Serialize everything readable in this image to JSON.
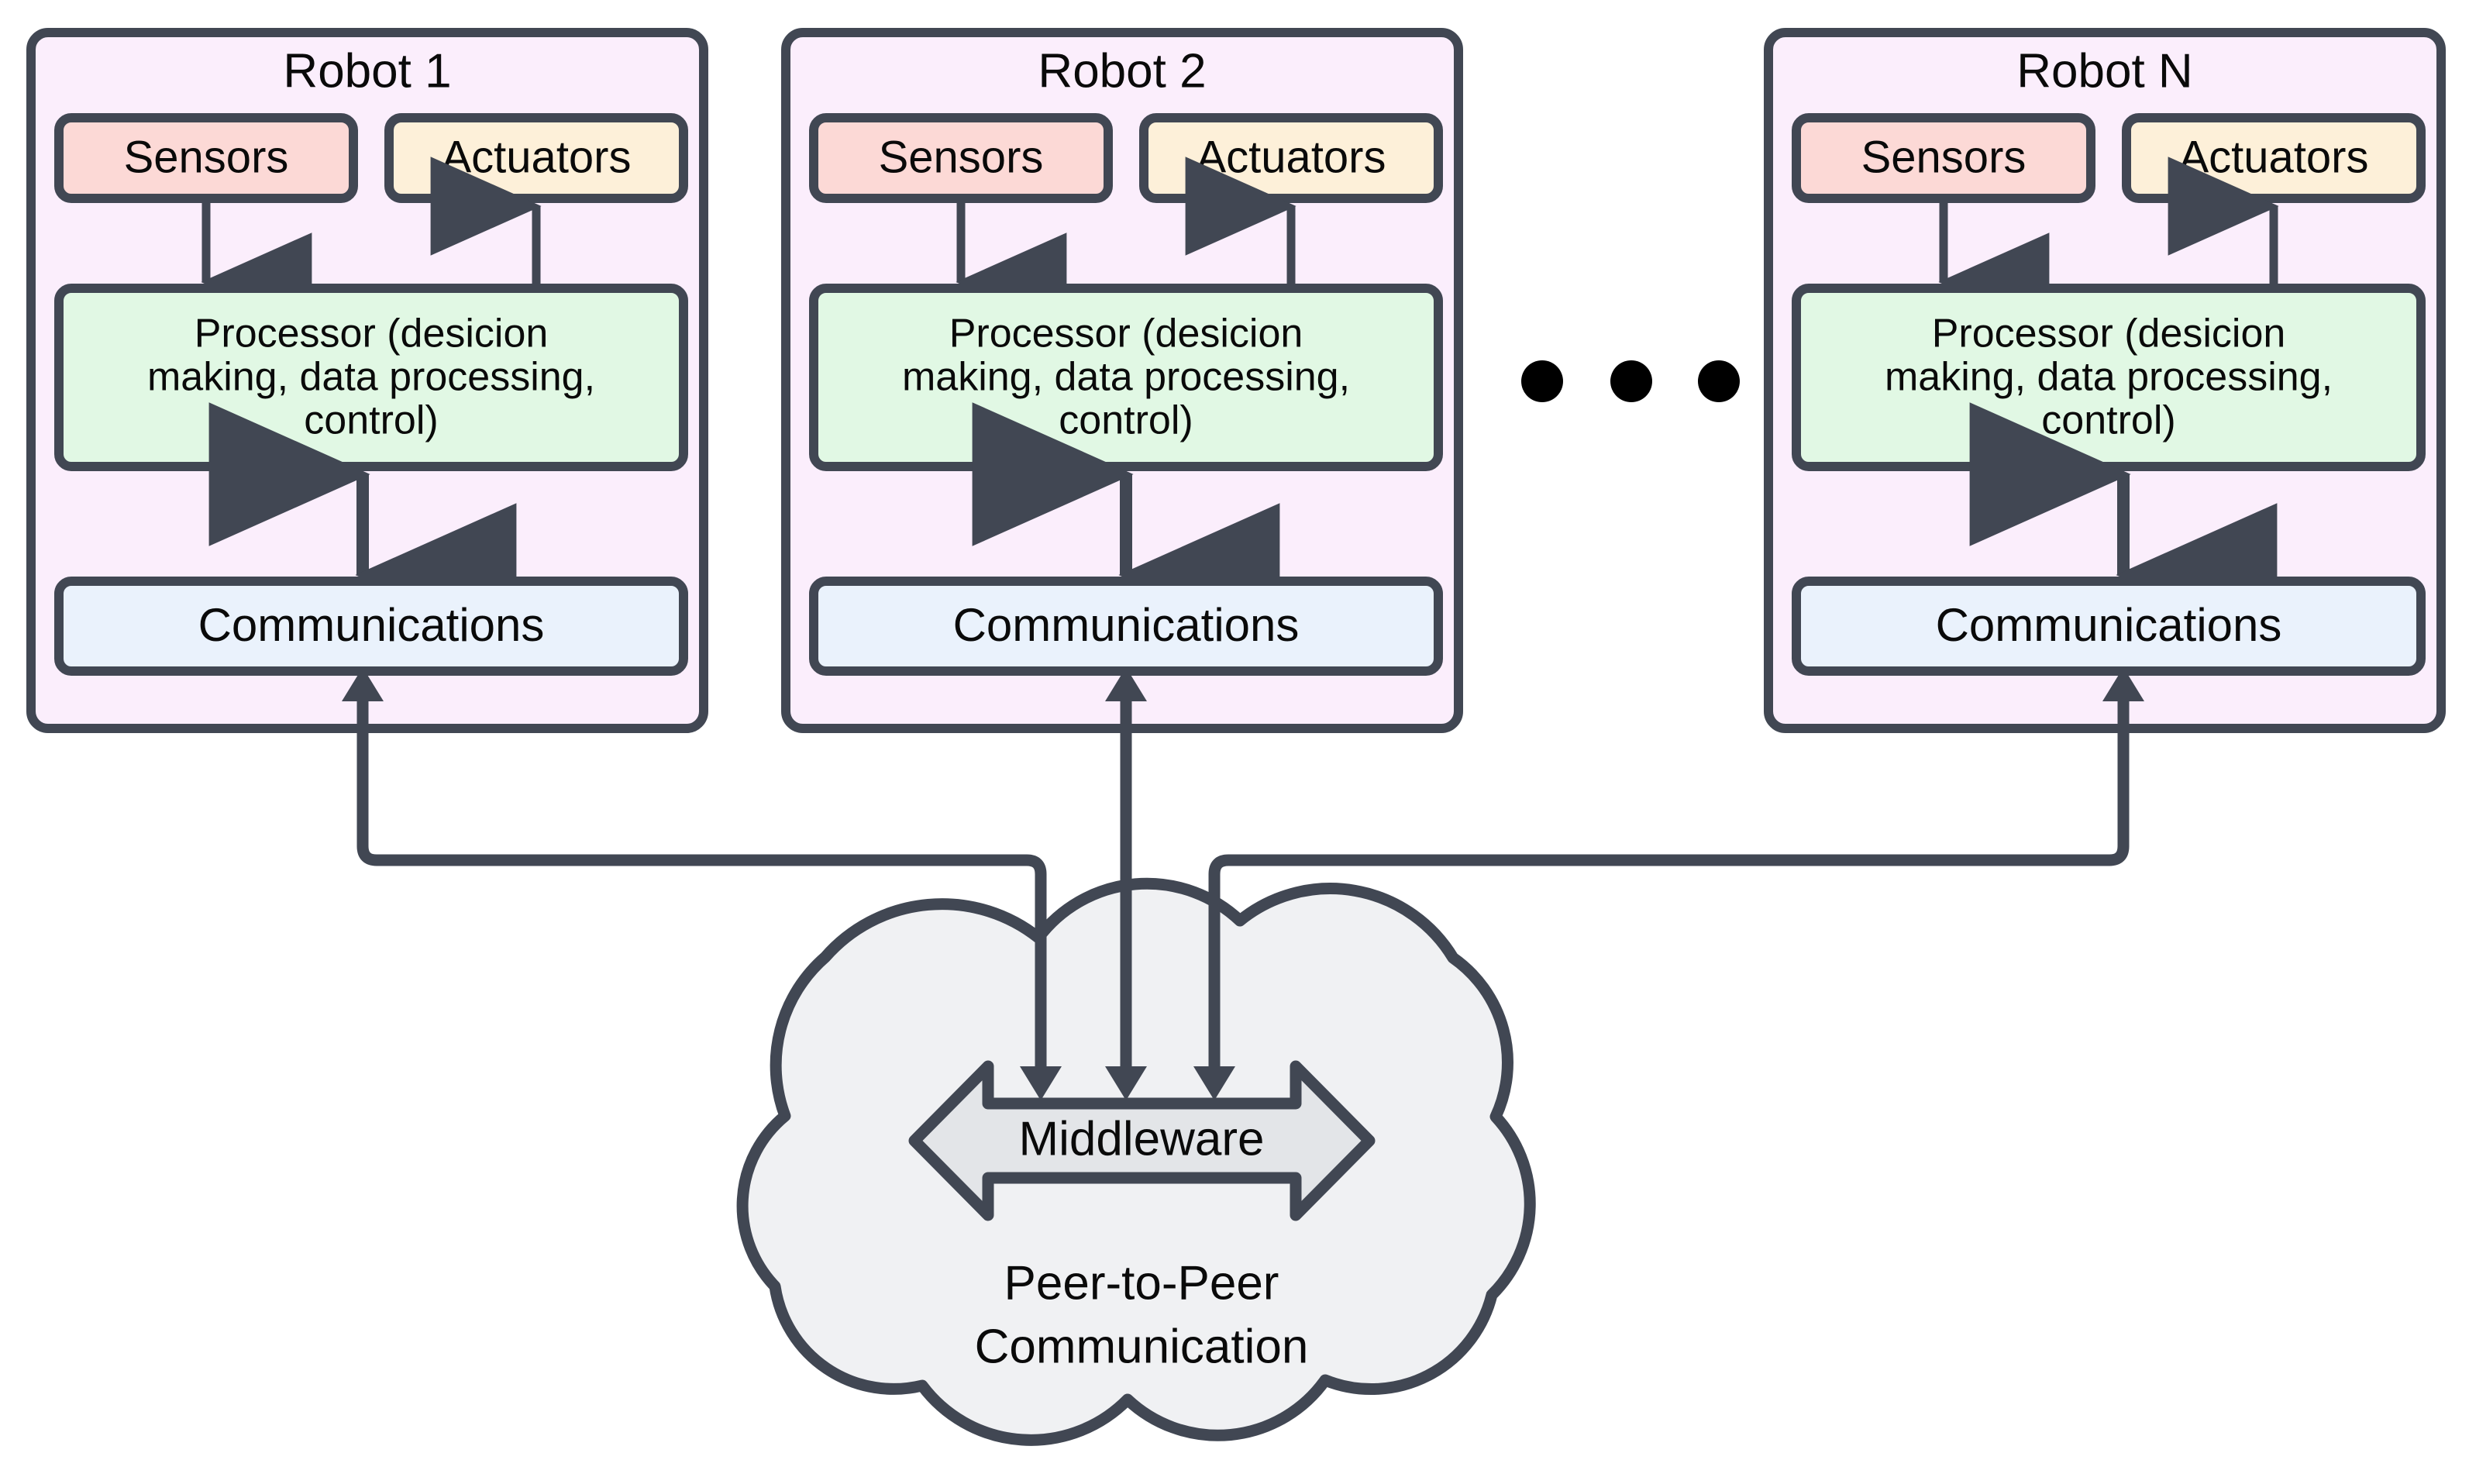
{
  "diagram": {
    "title": "Multi-robot peer-to-peer middleware architecture",
    "colors": {
      "stroke": "#414753",
      "robot_panel_fill": "#fbeefc",
      "sensors_fill": "#fcd9d6",
      "actuators_fill": "#fdf0d9",
      "processor_fill": "#e1f8e4",
      "communications_fill": "#eaf2fc",
      "cloud_fill": "#f0f1f3",
      "middleware_fill": "#e3e5e8",
      "dot_fill": "#000000",
      "text": "#0a0a0a",
      "background": "#ffffff"
    },
    "robots": [
      {
        "title": "Robot 1",
        "sensors": "Sensors",
        "actuators": "Actuators",
        "processor": "Processor (desicion making, data processing, control)",
        "processor_lines": [
          "Processor (desicion",
          "making, data processing,",
          "control)"
        ],
        "communications": "Communications"
      },
      {
        "title": "Robot 2",
        "sensors": "Sensors",
        "actuators": "Actuators",
        "processor": "Processor (desicion making, data processing, control)",
        "processor_lines": [
          "Processor (desicion",
          "making, data processing,",
          "control)"
        ],
        "communications": "Communications"
      },
      {
        "title": "Robot N",
        "sensors": "Sensors",
        "actuators": "Actuators",
        "processor": "Processor (desicion making, data processing, control)",
        "processor_lines": [
          "Processor (desicion",
          "making, data processing,",
          "control)"
        ],
        "communications": "Communications"
      }
    ],
    "ellipsis": {
      "label": "...",
      "dot_count": 3
    },
    "cloud": {
      "middleware_label": "Middleware",
      "caption_lines": [
        "Peer-to-Peer",
        "Communication"
      ],
      "caption": "Peer-to-Peer Communication"
    },
    "connections": [
      {
        "from": "Sensors",
        "to": "Processor",
        "direction": "down"
      },
      {
        "from": "Processor",
        "to": "Actuators",
        "direction": "up"
      },
      {
        "from": "Processor",
        "to": "Communications",
        "direction": "both"
      },
      {
        "from": "Communications",
        "to": "Middleware",
        "direction": "both"
      }
    ]
  }
}
